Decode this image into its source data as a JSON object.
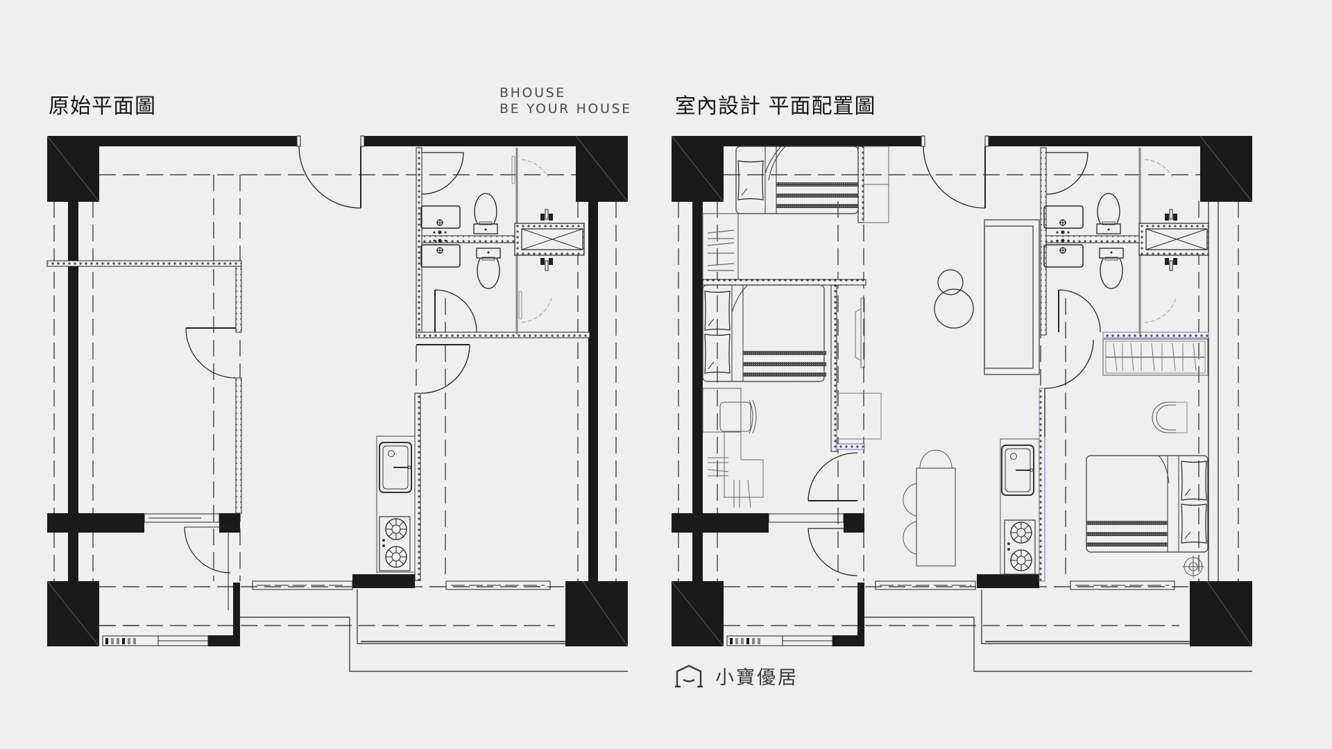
{
  "header": {
    "left_title": "原始平面圖",
    "right_title": "室內設計 平面配置圖",
    "brand_line1": "BHOUSE",
    "brand_line2": "BE YOUR HOUSE"
  },
  "footer": {
    "logo_icon": "house-outline-smile-icon",
    "logo_text": "小寶優居"
  },
  "colors": {
    "background": "#efefef",
    "wall": "#1a1a1a",
    "line": "#222222",
    "furniture_line": "#555555",
    "accent_partition": "#6f6fb0"
  },
  "plans": [
    {
      "id": "original",
      "label": "原始平面圖",
      "rooms": [
        "room-left-upper",
        "room-left-lower",
        "living-hall",
        "bathroom",
        "kitchen-strip",
        "room-right",
        "balcony-left",
        "balcony-right"
      ],
      "fixtures": [
        "entry-door",
        "room-door",
        "bathroom-door",
        "toilet",
        "washbasin-x2",
        "shower-unit",
        "sink",
        "two-burner-stove",
        "sliding-window-x3"
      ]
    },
    {
      "id": "design",
      "label": "室內設計 平面配置圖",
      "rooms": [
        "bedroom-a-bunk",
        "bedroom-b-bunk",
        "living-hall",
        "bathroom",
        "kitchen",
        "bedroom-c",
        "balcony-left",
        "balcony-right"
      ],
      "fixtures": [
        "entry-door",
        "bunk-bed-upper",
        "bunk-bed-lower",
        "desk-with-chair",
        "wardrobe",
        "tv-cabinet",
        "round-stools",
        "bar-table",
        "bar-stools-x3",
        "sink",
        "two-burner-stove",
        "double-bed",
        "chair",
        "closet-rail",
        "toilet",
        "washbasin-x2",
        "shower-unit"
      ]
    }
  ]
}
